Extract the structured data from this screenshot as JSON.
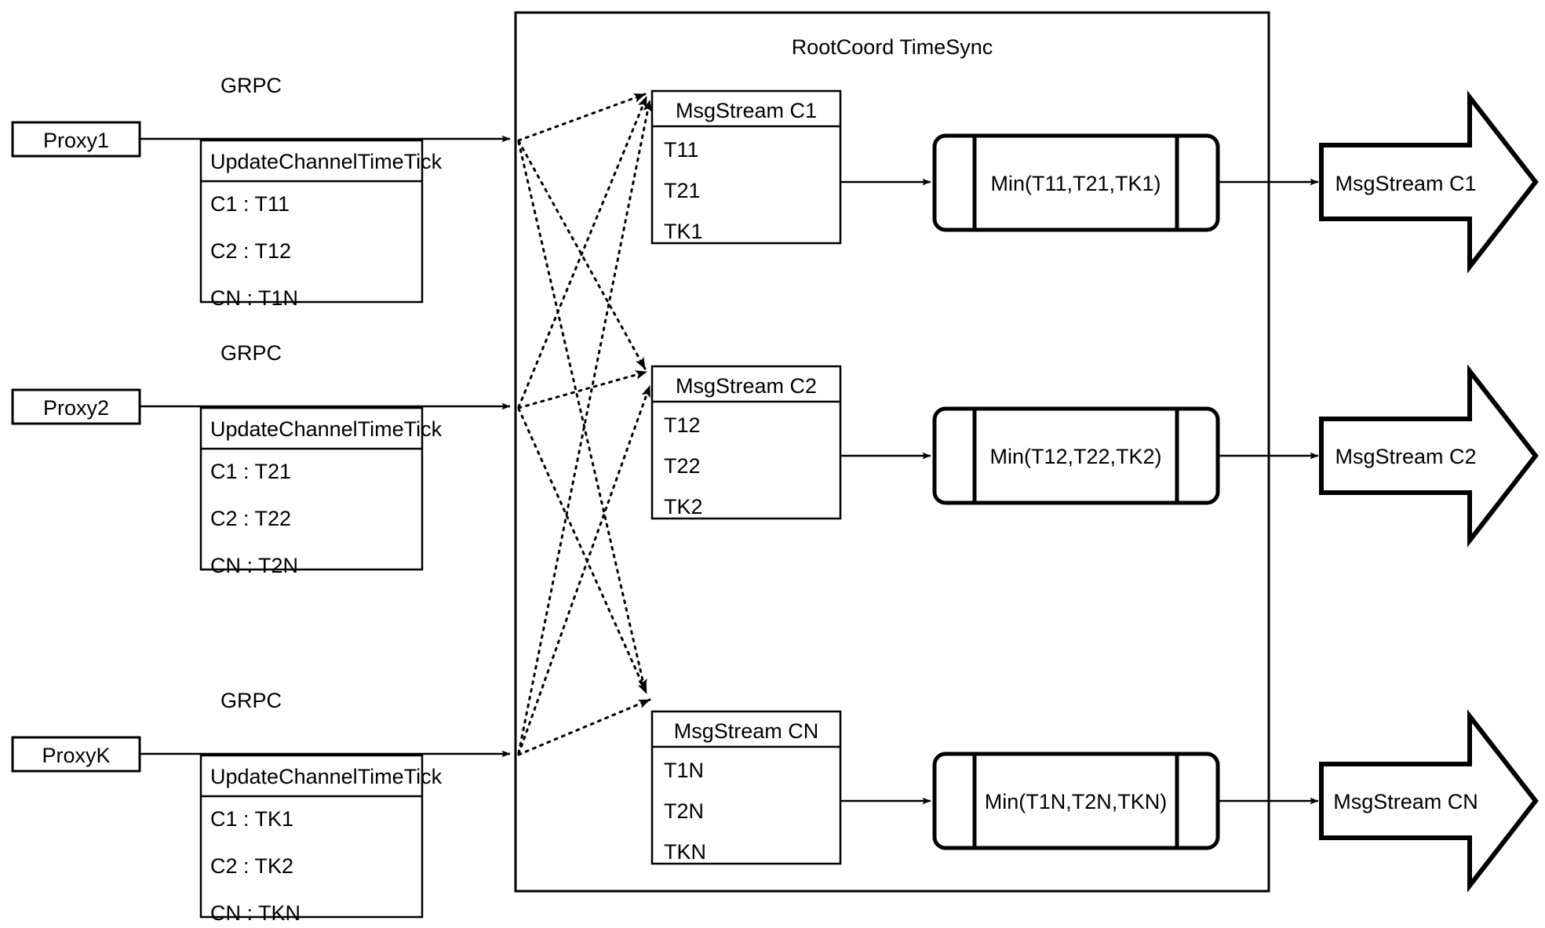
{
  "diagram": {
    "title": "RootCoord TimeSync",
    "container": {
      "label": "RootCoord TimeSync"
    },
    "rows": [
      {
        "proxy": {
          "label": "Proxy1"
        },
        "link": {
          "label": "GRPC"
        },
        "request": {
          "header": "UpdateChannelTimeTick",
          "entries": [
            {
              "channel": "C1 :",
              "tick": "T11",
              "text": "C1 :  T11"
            },
            {
              "channel": "C2 :",
              "tick": "T12",
              "text": "C2 :  T12"
            },
            {
              "channel": "CN :",
              "tick": "T1N",
              "text": "CN : T1N"
            }
          ]
        }
      },
      {
        "proxy": {
          "label": "Proxy2"
        },
        "link": {
          "label": "GRPC"
        },
        "request": {
          "header": "UpdateChannelTimeTick",
          "entries": [
            {
              "channel": "C1 :",
              "tick": "T21",
              "text": "C1 :  T21"
            },
            {
              "channel": "C2 :",
              "tick": "T22",
              "text": "C2 :  T22"
            },
            {
              "channel": "CN :",
              "tick": "T2N",
              "text": "CN : T2N"
            }
          ]
        }
      },
      {
        "proxy": {
          "label": "ProxyK"
        },
        "link": {
          "label": "GRPC"
        },
        "request": {
          "header": "UpdateChannelTimeTick",
          "entries": [
            {
              "channel": "C1 :",
              "tick": "TK1",
              "text": "C1 :  TK1"
            },
            {
              "channel": "C2 :",
              "tick": "TK2",
              "text": "C2 :  TK2"
            },
            {
              "channel": "CN :",
              "tick": "TKN",
              "text": "CN : TKN"
            }
          ]
        }
      }
    ],
    "channels": [
      {
        "stream": {
          "header": "MsgStream C1",
          "ticks": [
            "T11",
            "T21",
            "TK1"
          ]
        },
        "min": {
          "label": "Min(T11,T21,TK1)"
        },
        "output": {
          "label": "MsgStream C1"
        }
      },
      {
        "stream": {
          "header": "MsgStream C2",
          "ticks": [
            "T12",
            "T22",
            "TK2"
          ]
        },
        "min": {
          "label": "Min(T12,T22,TK2)"
        },
        "output": {
          "label": "MsgStream C2"
        }
      },
      {
        "stream": {
          "header": "MsgStream CN",
          "ticks": [
            "T1N",
            "T2N",
            "TKN"
          ]
        },
        "min": {
          "label": "Min(T1N,T2N,TKN)"
        },
        "output": {
          "label": "MsgStream CN"
        }
      }
    ],
    "colors": {
      "stroke": "#000000",
      "fill": "#ffffff",
      "text": "#000000"
    }
  }
}
